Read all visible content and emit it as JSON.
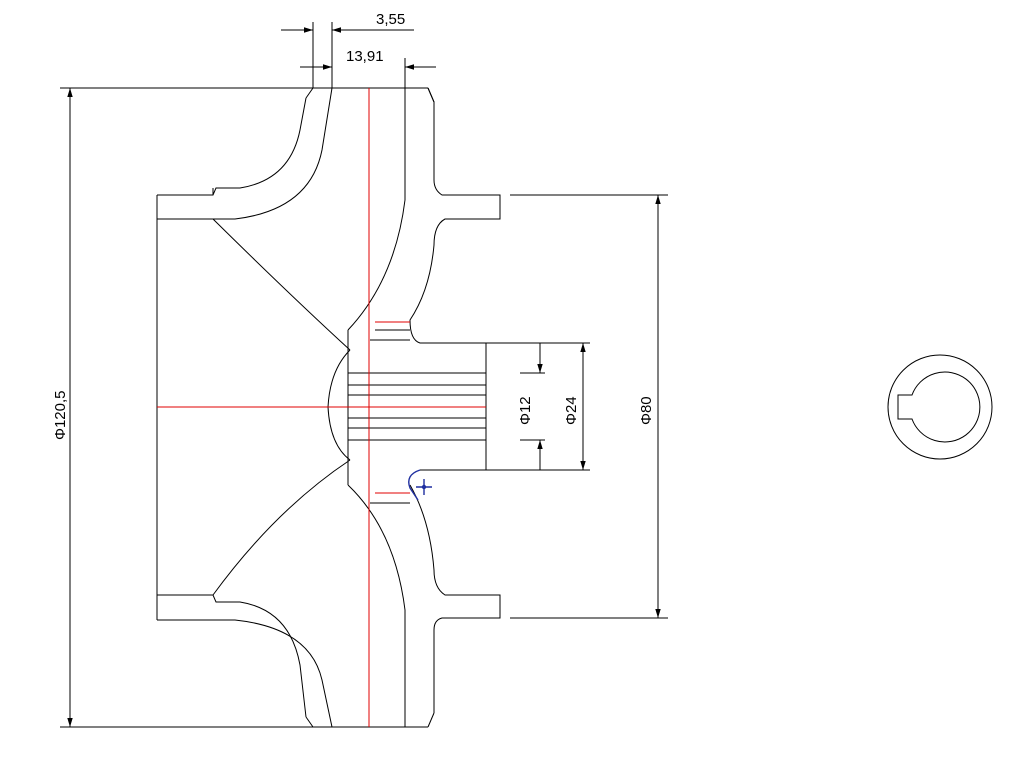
{
  "drawing": {
    "dimensions": {
      "top_small": "3,55",
      "top_width": "13,91",
      "outer_diameter": "Φ120,5",
      "hub_small": "Φ12",
      "hub_mid": "Φ24",
      "hub_large": "Φ80"
    }
  },
  "colors": {
    "geometry": "#000000",
    "centerline": "#e00000",
    "cursor": "#1f2fa0",
    "background": "#ffffff"
  },
  "icons": {
    "cursor": "crosshair-cursor-icon"
  }
}
